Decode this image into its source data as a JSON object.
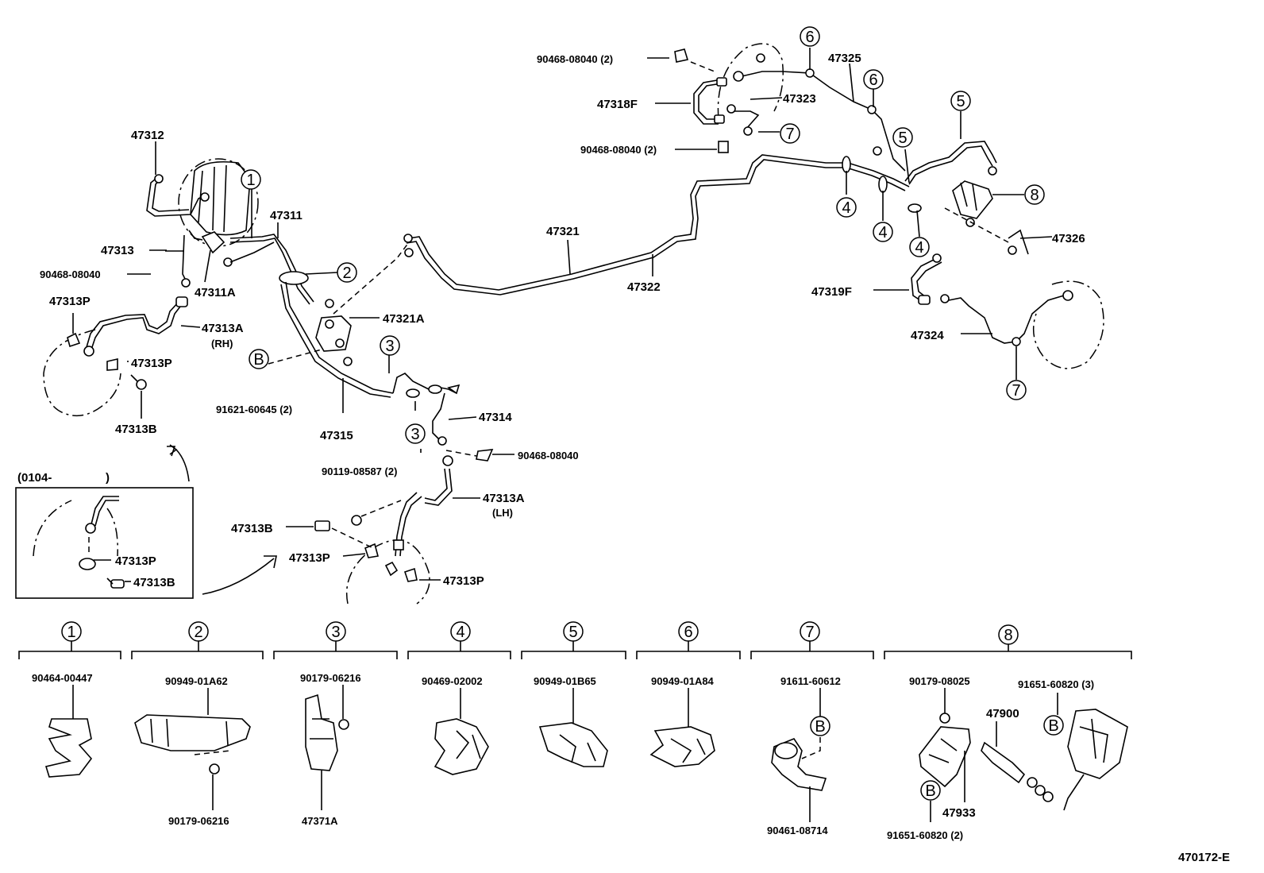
{
  "diagram_id": "470172-E",
  "parts": {
    "p47312": "47312",
    "p47313": "47313",
    "p90468_a": "90468-08040",
    "p47311": "47311",
    "p47311A": "47311A",
    "p47313P_a": "47313P",
    "p47313A_rh": "47313A",
    "rh": "(RH)",
    "p47313P_b": "47313P",
    "p47313B_a": "47313B",
    "p47321": "47321",
    "p47322": "47322",
    "p47321A": "47321A",
    "p91621": "91621-60645 (2)",
    "p47315": "47315",
    "p47314": "47314",
    "p90468_b": "90468-08040",
    "p90119": "90119-08587 (2)",
    "p47313A_lh": "47313A",
    "lh": "(LH)",
    "p47313B_b": "47313B",
    "p47313P_c": "47313P",
    "p47313P_d": "47313P",
    "inset_date": "(0104-",
    "inset_close": ")",
    "p47313P_e": "47313P",
    "p47313B_c": "47313B",
    "p90468_c": "90468-08040 (2)",
    "p47318F": "47318F",
    "p47323": "47323",
    "p90468_d": "90468-08040 (2)",
    "p47325": "47325",
    "p47326": "47326",
    "p47319F": "47319F",
    "p47324": "47324"
  },
  "callouts": [
    "1",
    "2",
    "3",
    "4",
    "5",
    "6",
    "7",
    "8"
  ],
  "ref_letter": "B",
  "legend": [
    {
      "num": "1",
      "parts": [
        "90464-00447"
      ]
    },
    {
      "num": "2",
      "parts": [
        "90949-01A62",
        "90179-06216"
      ]
    },
    {
      "num": "3",
      "parts": [
        "90179-06216",
        "47371A"
      ]
    },
    {
      "num": "4",
      "parts": [
        "90469-02002"
      ]
    },
    {
      "num": "5",
      "parts": [
        "90949-01B65"
      ]
    },
    {
      "num": "6",
      "parts": [
        "90949-01A84"
      ]
    },
    {
      "num": "7",
      "parts": [
        "91611-60612",
        "90461-08714"
      ]
    },
    {
      "num": "8",
      "parts": [
        "90179-08025",
        "91651-60820 (3)",
        "47900",
        "47933",
        "91651-60820 (2)"
      ]
    }
  ]
}
